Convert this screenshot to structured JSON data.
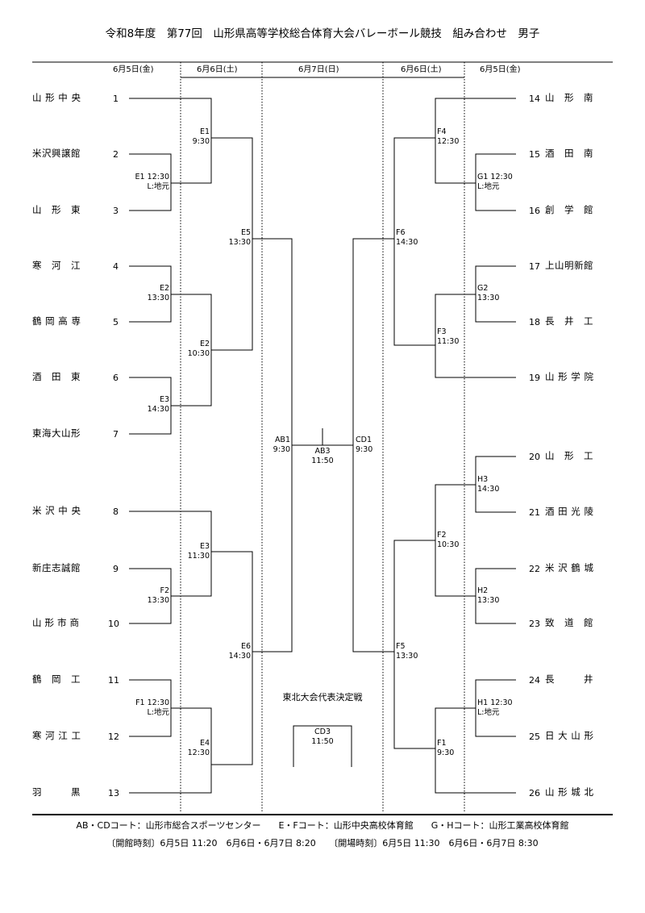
{
  "title": "令和8年度　第77回　山形県高等学校総合体育大会バレーボール競技　組み合わせ　男子",
  "days": [
    "6月5日(金)",
    "6月6日(土)",
    "6月7日(日)",
    "6月6日(土)",
    "6月5日(金)"
  ],
  "left_teams": [
    {
      "name": "山 形 中 央",
      "num": "1"
    },
    {
      "name": "米沢興譲館",
      "num": "2"
    },
    {
      "name": "山　形　東",
      "num": "3"
    },
    {
      "name": "寒　河　江",
      "num": "4"
    },
    {
      "name": "鶴 岡 高 専",
      "num": "5"
    },
    {
      "name": "酒　田　東",
      "num": "6"
    },
    {
      "name": "東海大山形",
      "num": "7"
    },
    {
      "name": "米 沢 中 央",
      "num": "8"
    },
    {
      "name": "新庄志誠館",
      "num": "9"
    },
    {
      "name": "山形市商",
      "num": "10"
    },
    {
      "name": "鶴　岡　工",
      "num": "11"
    },
    {
      "name": "寒 河 江 工",
      "num": "12"
    },
    {
      "name": "羽　　　黒",
      "num": "13"
    }
  ],
  "right_teams": [
    {
      "num": "14",
      "name": "山　形　南"
    },
    {
      "num": "15",
      "name": "酒　田　南"
    },
    {
      "num": "16",
      "name": "創　学　館"
    },
    {
      "num": "17",
      "name": "上山明新館"
    },
    {
      "num": "18",
      "name": "長　井　工"
    },
    {
      "num": "19",
      "name": "山 形 学 院"
    },
    {
      "num": "20",
      "name": "山　形　工"
    },
    {
      "num": "21",
      "name": "酒 田 光 陵"
    },
    {
      "num": "22",
      "name": "米 沢 鶴 城"
    },
    {
      "num": "23",
      "name": "致　道　館"
    },
    {
      "num": "24",
      "name": "長　　　井"
    },
    {
      "num": "25",
      "name": "日 大 山 形"
    },
    {
      "num": "26",
      "name": "山 形 城 北"
    }
  ],
  "matches": {
    "l_e1_1230": {
      "l1": "E1 12:30",
      "l2": "L:地元"
    },
    "l_e1_930": {
      "l1": "E1",
      "l2": "9:30"
    },
    "l_e2_1330": {
      "l1": "E2",
      "l2": "13:30"
    },
    "l_e3_1430": {
      "l1": "E3",
      "l2": "14:30"
    },
    "l_e2_1030": {
      "l1": "E2",
      "l2": "10:30"
    },
    "l_e5": {
      "l1": "E5",
      "l2": "13:30"
    },
    "l_f2": {
      "l1": "F2",
      "l2": "13:30"
    },
    "l_e3_1130": {
      "l1": "E3",
      "l2": "11:30"
    },
    "l_f1": {
      "l1": "F1 12:30",
      "l2": "L:地元"
    },
    "l_e4": {
      "l1": "E4",
      "l2": "12:30"
    },
    "l_e6": {
      "l1": "E6",
      "l2": "14:30"
    },
    "ab1": {
      "l1": "AB1",
      "l2": "9:30"
    },
    "ab3": {
      "l1": "AB3",
      "l2": "11:50"
    },
    "cd1": {
      "l1": "CD1",
      "l2": "9:30"
    },
    "cd3": {
      "l1": "CD3",
      "l2": "11:50"
    },
    "r_f4": {
      "l1": "F4",
      "l2": "12:30"
    },
    "r_g1": {
      "l1": "G1 12:30",
      "l2": "L:地元"
    },
    "r_f6": {
      "l1": "F6",
      "l2": "14:30"
    },
    "r_g2": {
      "l1": "G2",
      "l2": "13:30"
    },
    "r_f3": {
      "l1": "F3",
      "l2": "11:30"
    },
    "r_h3": {
      "l1": "H3",
      "l2": "14:30"
    },
    "r_f2": {
      "l1": "F2",
      "l2": "10:30"
    },
    "r_h2": {
      "l1": "H2",
      "l2": "13:30"
    },
    "r_f5": {
      "l1": "F5",
      "l2": "13:30"
    },
    "r_h1": {
      "l1": "H1 12:30",
      "l2": "L:地元"
    },
    "r_f1": {
      "l1": "F1",
      "l2": "9:30"
    }
  },
  "tohoku_label": "東北大会代表決定戦",
  "footer": {
    "courts": "AB・CDコート：山形市総合スポーツセンター　　E・Fコート：山形中央高校体育館　　G・Hコート：山形工業高校体育館",
    "times": "〔開館時刻〕6月5日 11:20　6月6日・6月7日 8:20　　〔開場時刻〕6月5日 11:30　6月6日・6月7日 8:30"
  }
}
